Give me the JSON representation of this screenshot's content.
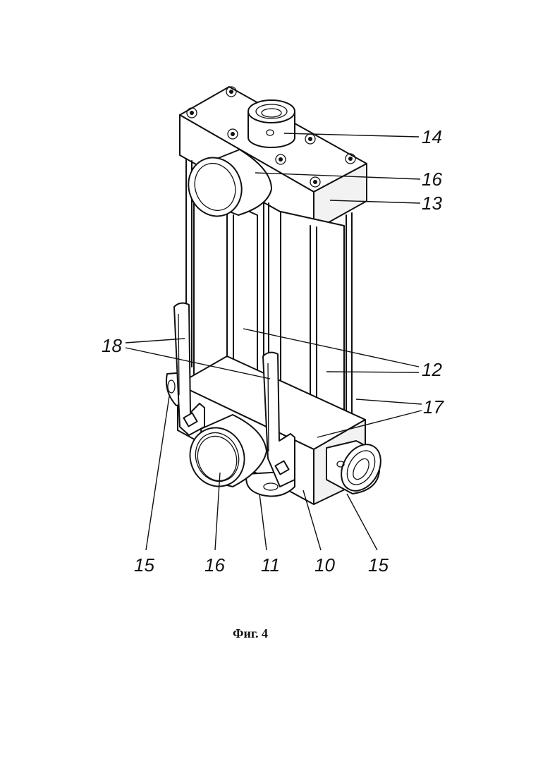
{
  "labels": {
    "l14": "14",
    "l16_top": "16",
    "l13": "13",
    "l18": "18",
    "l12": "12",
    "l17": "17",
    "l15_left": "15",
    "l16_bottom": "16",
    "l11": "11",
    "l10": "10",
    "l15_right": "15"
  },
  "caption": "Фиг. 4"
}
